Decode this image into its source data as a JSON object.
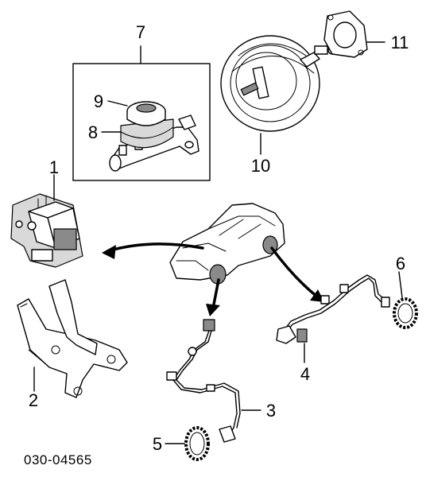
{
  "diagram": {
    "drawing_code": "030-04565",
    "callouts": [
      {
        "id": "c1",
        "label": "1",
        "part": "abs-actuator"
      },
      {
        "id": "c2",
        "label": "2",
        "part": "actuator-bracket"
      },
      {
        "id": "c3",
        "label": "3",
        "part": "front-wheel-sensor"
      },
      {
        "id": "c4",
        "label": "4",
        "part": "rear-wheel-sensor"
      },
      {
        "id": "c5",
        "label": "5",
        "part": "front-sensor-rotor"
      },
      {
        "id": "c6",
        "label": "6",
        "part": "rear-sensor-rotor"
      },
      {
        "id": "c7",
        "label": "7",
        "part": "master-cylinder-assembly"
      },
      {
        "id": "c8",
        "label": "8",
        "part": "reservoir-tank"
      },
      {
        "id": "c9",
        "label": "9",
        "part": "reservoir-cap"
      },
      {
        "id": "c10",
        "label": "10",
        "part": "brake-booster"
      },
      {
        "id": "c11",
        "label": "11",
        "part": "booster-gasket"
      }
    ]
  }
}
